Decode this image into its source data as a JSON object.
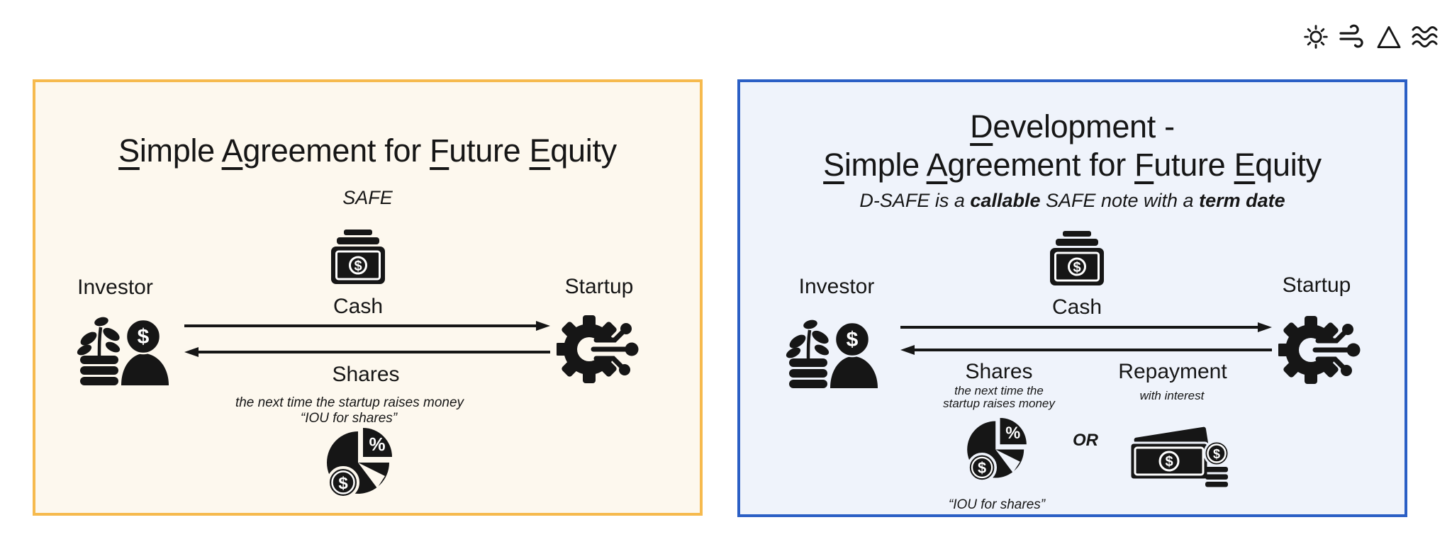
{
  "corner_icons": [
    "sun",
    "wind",
    "triangle",
    "waves"
  ],
  "colors": {
    "safe_border": "#F6BA4E",
    "safe_bg": "#FDF8EE",
    "dsafe_border": "#2B5FC5",
    "dsafe_bg": "#EFF3FB",
    "ink": "#161616"
  },
  "safe_panel": {
    "title": {
      "seg0": "S",
      "seg1": "imple ",
      "seg2": "A",
      "seg3": "greement ",
      "seg4": "for ",
      "seg5": "F",
      "seg6": "uture ",
      "seg7": "E",
      "seg8": "quity"
    },
    "subtitle": "SAFE",
    "investor_label": "Investor",
    "startup_label": "Startup",
    "cash_label": "Cash",
    "shares_label": "Shares",
    "shares_note": "the next time the startup raises money",
    "iou_label": "“IOU for shares”",
    "icons": [
      "investor",
      "money-stack",
      "startup-gear",
      "pie-chart"
    ]
  },
  "dsafe_panel": {
    "title_line1": {
      "seg0": "D",
      "seg1": "evelopment -"
    },
    "title_line2": {
      "seg0": "S",
      "seg1": "imple ",
      "seg2": "A",
      "seg3": "greement ",
      "seg4": "for ",
      "seg5": "F",
      "seg6": "uture ",
      "seg7": "E",
      "seg8": "quity"
    },
    "subtitle": {
      "part0": "D-SAFE is a ",
      "part1": "callable",
      "part2": " SAFE note with a ",
      "part3": "term date"
    },
    "investor_label": "Investor",
    "startup_label": "Startup",
    "cash_label": "Cash",
    "shares_label": "Shares",
    "shares_note_line1": "the next time the",
    "shares_note_line2": "startup raises money",
    "repayment_label": "Repayment",
    "repayment_note": "with interest",
    "or_label": "OR",
    "iou_label": "“IOU for shares”",
    "icons": [
      "investor",
      "money-stack",
      "startup-gear",
      "pie-chart",
      "cash-payment"
    ]
  }
}
